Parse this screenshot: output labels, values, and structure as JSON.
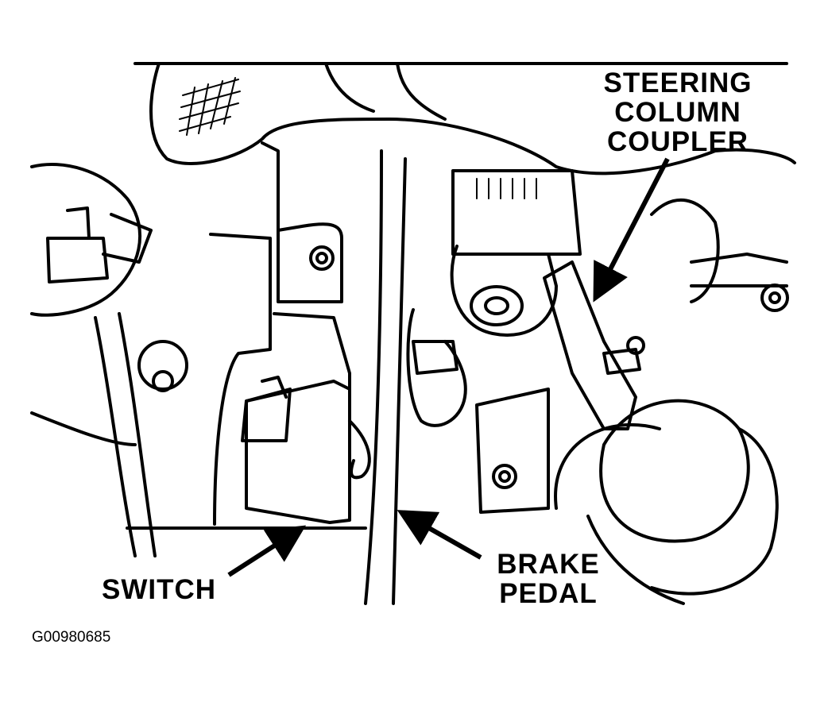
{
  "labels": {
    "steering_column_coupler": [
      "STEERING",
      "COLUMN",
      "COUPLER"
    ],
    "switch": "SWITCH",
    "brake_pedal": [
      "BRAKE",
      "PEDAL"
    ]
  },
  "figure_id": "G00980685",
  "colors": {
    "ink": "#000000",
    "paper": "#ffffff"
  }
}
